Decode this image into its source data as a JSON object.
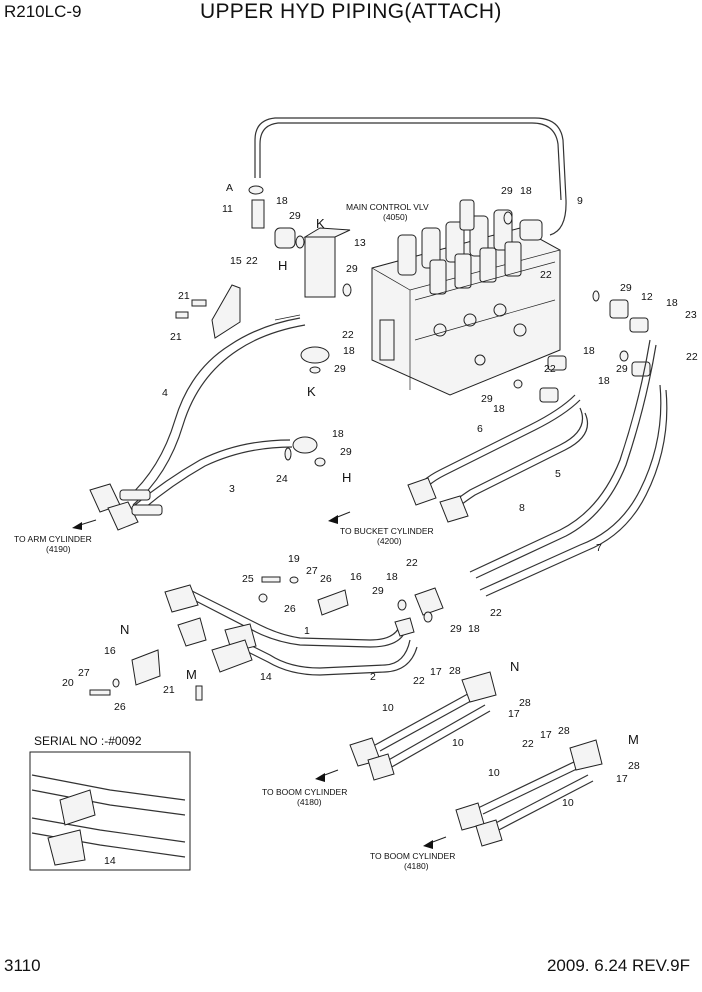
{
  "header": {
    "model": "R210LC-9",
    "title": "UPPER HYD PIPING(ATTACH)"
  },
  "footer": {
    "page_number": "3110",
    "revision": "2009. 6.24  REV.9F"
  },
  "callouts": {
    "main_control_name": "MAIN CONTROL VLV",
    "main_control_code": "(4050)",
    "arm_name": "TO ARM CYLINDER",
    "arm_code": "(4190)",
    "bucket_name": "TO BUCKET CYLINDER",
    "bucket_code": "(4200)",
    "boom1_name": "TO BOOM CYLINDER",
    "boom1_code": "(4180)",
    "boom2_name": "TO BOOM CYLINDER",
    "boom2_code": "(4180)",
    "serial": "SERIAL NO :-#0092"
  },
  "labels": {
    "A": "A",
    "K": "K",
    "H": "H",
    "N": "N",
    "M": "M",
    "p1": "1",
    "p2": "2",
    "p3": "3",
    "p4": "4",
    "p5": "5",
    "p6": "6",
    "p7": "7",
    "p8": "8",
    "p9": "9",
    "p10": "10",
    "p11": "11",
    "p12": "12",
    "p13": "13",
    "p14": "14",
    "p15": "15",
    "p16": "16",
    "p17": "17",
    "p18": "18",
    "p19": "19",
    "p20": "20",
    "p21": "21",
    "p22": "22",
    "p23": "23",
    "p24": "24",
    "p25": "25",
    "p26": "26",
    "p27": "27",
    "p28": "28",
    "p29": "29"
  }
}
